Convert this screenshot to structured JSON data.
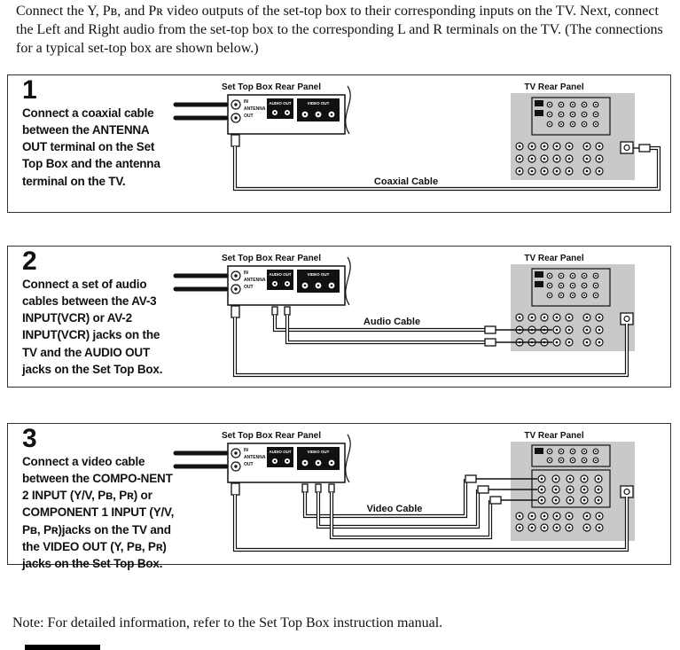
{
  "page": {
    "intro": "Connect the Y, Pʙ, and Pʀ video outputs of the set-top box to their corresponding inputs on the TV.  Next, connect the Left and Right audio from the set-top box to the corresponding L and R terminals on the TV. (The connections for a typical set-top box are shown below.)",
    "note": "Note: For detailed information, refer to the Set Top Box instruction manual."
  },
  "labels": {
    "stb_panel": "Set Top Box Rear Panel",
    "tv_panel": "TV Rear Panel",
    "in": "IN",
    "antenna": "ANTENNA",
    "out": "OUT",
    "audio_out": "AUDIO OUT",
    "video_out": "VIDEO OUT"
  },
  "steps": [
    {
      "number": "1",
      "text": "Connect a coaxial cable between the ANTENNA OUT terminal on the Set Top Box and the antenna terminal on the TV.",
      "cable_label": "Coaxial Cable"
    },
    {
      "number": "2",
      "text": "Connect a set of audio cables between the AV-3 INPUT(VCR) or AV-2 INPUT(VCR) jacks on the TV and the AUDIO OUT jacks on the Set Top Box.",
      "cable_label": "Audio Cable"
    },
    {
      "number": "3",
      "text": "Connect a video cable between the COMPO-NENT 2 INPUT (Y/V, Pʙ, Pʀ) or COMPONENT 1 INPUT (Y/V, Pʙ, Pʀ)jacks on the TV and the VIDEO OUT (Y, Pʙ, Pʀ) jacks on the Set Top Box.",
      "cable_label": "Video Cable"
    }
  ]
}
